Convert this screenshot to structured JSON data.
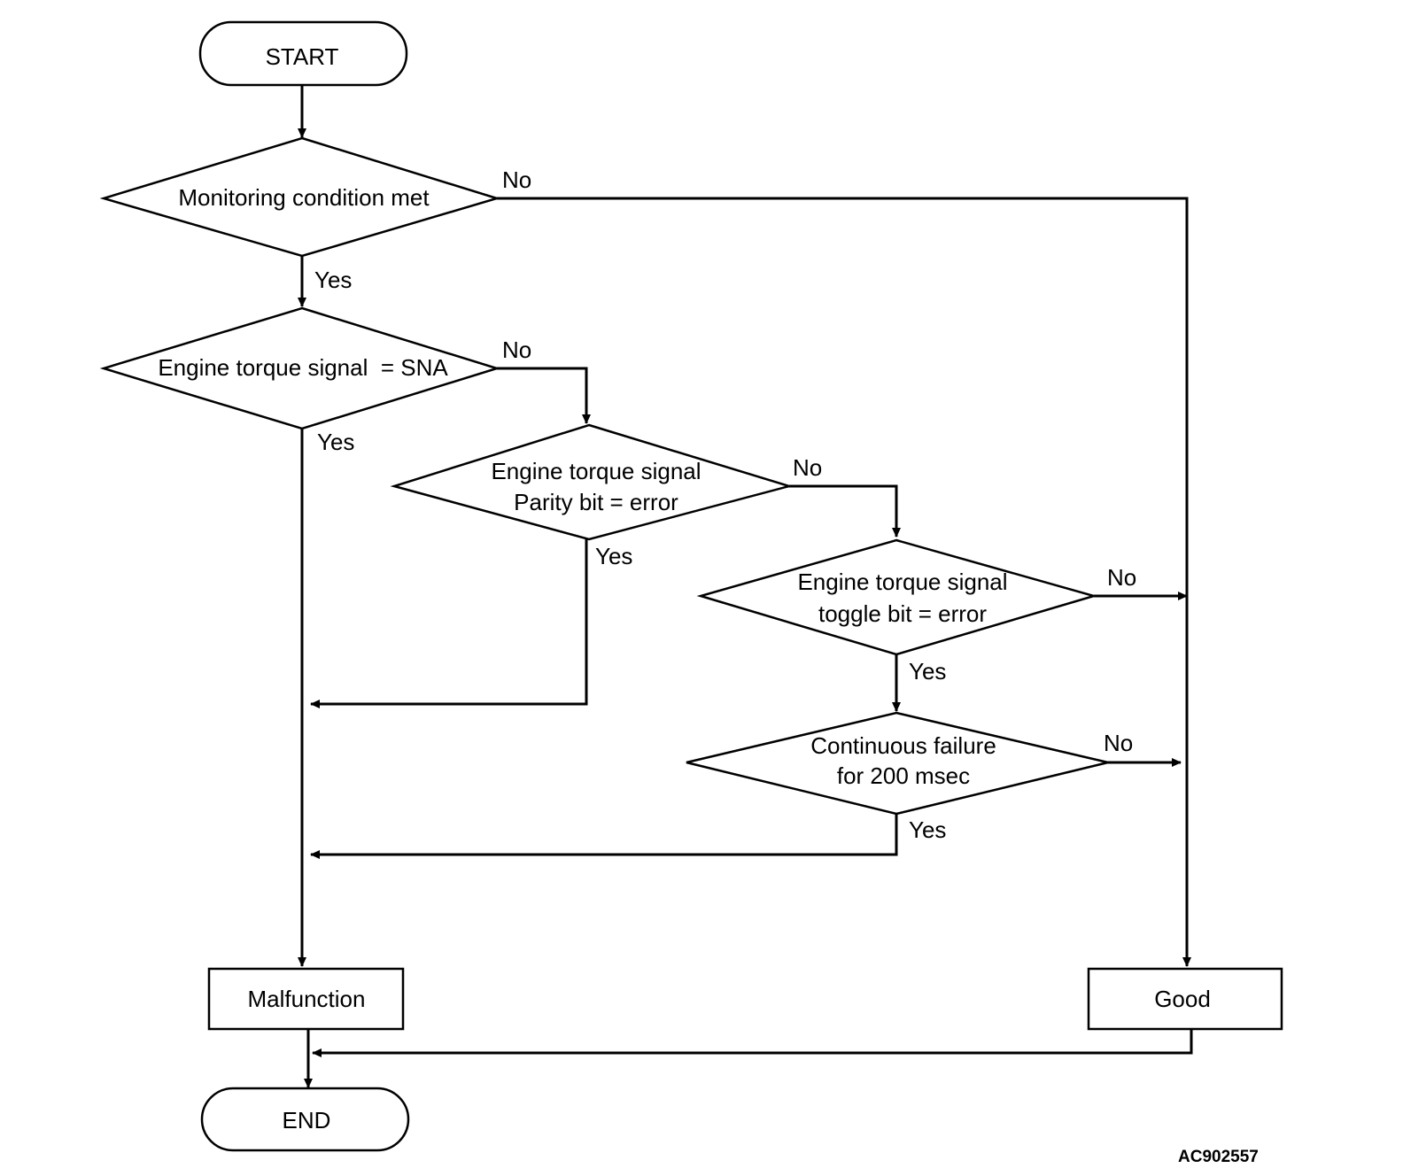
{
  "nodes": {
    "start": "START",
    "monitoring": "Monitoring condition met",
    "sna": "Engine torque signal  = SNA",
    "parity_line1": "Engine torque signal",
    "parity_line2": "Parity bit = error",
    "toggle_line1": "Engine torque signal",
    "toggle_line2": "toggle bit = error",
    "continuous_line1": "Continuous failure",
    "continuous_line2": "for 200 msec",
    "malfunction": "Malfunction",
    "good": "Good",
    "end": "END"
  },
  "labels": {
    "monitoring_no": "No",
    "monitoring_yes": "Yes",
    "sna_no": "No",
    "sna_yes": "Yes",
    "parity_no": "No",
    "parity_yes": "Yes",
    "toggle_no": "No",
    "toggle_yes": "Yes",
    "continuous_no": "No",
    "continuous_yes": "Yes"
  },
  "figure_code": "AC902557"
}
